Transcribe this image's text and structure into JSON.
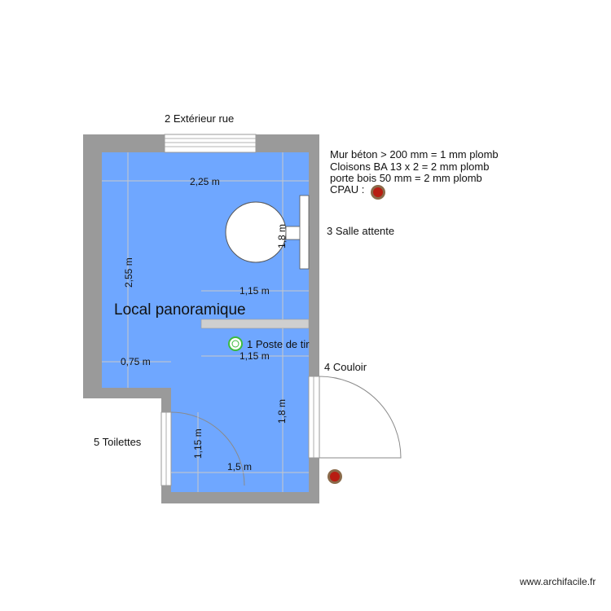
{
  "plan": {
    "room_name": "Local panoramique",
    "labels": {
      "exterior": "2 Extérieur rue",
      "waiting_room": "3 Salle attente",
      "corridor": "4 Couloir",
      "toilets": "5 Toilettes",
      "shooting_post": "1 Poste de tir"
    },
    "dimensions": {
      "top_width": "2,25 m",
      "left_height": "2,55 m",
      "circle_side": "1,8 m",
      "partition_upper": "1,15 m",
      "partition_lower": "1,15 m",
      "lower_left_width": "0,75 m",
      "right_lower_height": "1,8 m",
      "bottom_left_height": "1,15 m",
      "bottom_width": "1,5 m"
    },
    "legend": {
      "line1": "Mur béton > 200 mm = 1 mm plomb",
      "line2": "Cloisons BA 13 x 2 = 2 mm plomb",
      "line3": "porte bois 50 mm = 2 mm plomb",
      "line4": "CPAU :"
    },
    "watermark": "www.archifacile.fr",
    "colors": {
      "floor": "#6fa7ff",
      "wall": "#9a9a9a",
      "cpau_marker": "#b81d12",
      "post_marker": "#3dbb3d"
    }
  }
}
